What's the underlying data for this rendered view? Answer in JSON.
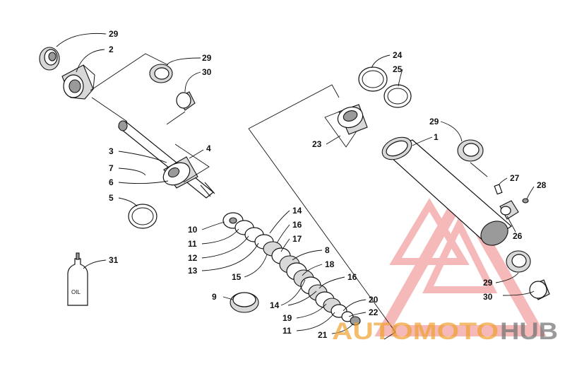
{
  "diagram": {
    "callouts": [
      {
        "id": "c29a",
        "text": "29"
      },
      {
        "id": "c2",
        "text": "2"
      },
      {
        "id": "c29b",
        "text": "29"
      },
      {
        "id": "c30a",
        "text": "30"
      },
      {
        "id": "c4",
        "text": "4"
      },
      {
        "id": "c3",
        "text": "3"
      },
      {
        "id": "c7",
        "text": "7"
      },
      {
        "id": "c6",
        "text": "6"
      },
      {
        "id": "c5",
        "text": "5"
      },
      {
        "id": "c10",
        "text": "10"
      },
      {
        "id": "c11a",
        "text": "11"
      },
      {
        "id": "c12",
        "text": "12"
      },
      {
        "id": "c13",
        "text": "13"
      },
      {
        "id": "c14a",
        "text": "14"
      },
      {
        "id": "c16a",
        "text": "16"
      },
      {
        "id": "c17",
        "text": "17"
      },
      {
        "id": "c8",
        "text": "8"
      },
      {
        "id": "c15",
        "text": "15"
      },
      {
        "id": "c18",
        "text": "18"
      },
      {
        "id": "c16b",
        "text": "16"
      },
      {
        "id": "c9",
        "text": "9"
      },
      {
        "id": "c14b",
        "text": "14"
      },
      {
        "id": "c19",
        "text": "19"
      },
      {
        "id": "c20",
        "text": "20"
      },
      {
        "id": "c22",
        "text": "22"
      },
      {
        "id": "c11b",
        "text": "11"
      },
      {
        "id": "c21",
        "text": "21"
      },
      {
        "id": "c31",
        "text": "31"
      },
      {
        "id": "c24",
        "text": "24"
      },
      {
        "id": "c25",
        "text": "25"
      },
      {
        "id": "c23",
        "text": "23"
      },
      {
        "id": "c29c",
        "text": "29"
      },
      {
        "id": "c1",
        "text": "1"
      },
      {
        "id": "c27",
        "text": "27"
      },
      {
        "id": "c28",
        "text": "28"
      },
      {
        "id": "c26",
        "text": "26"
      },
      {
        "id": "c29d",
        "text": "29"
      },
      {
        "id": "c30b",
        "text": "30"
      }
    ],
    "oil_bottle_label": "OIL"
  },
  "watermark": {
    "part1": "AUTOMOTO",
    "part2": "HUB",
    "colors": {
      "logo": "#f08080",
      "text1": "#f0a030",
      "text2": "#707070"
    }
  }
}
